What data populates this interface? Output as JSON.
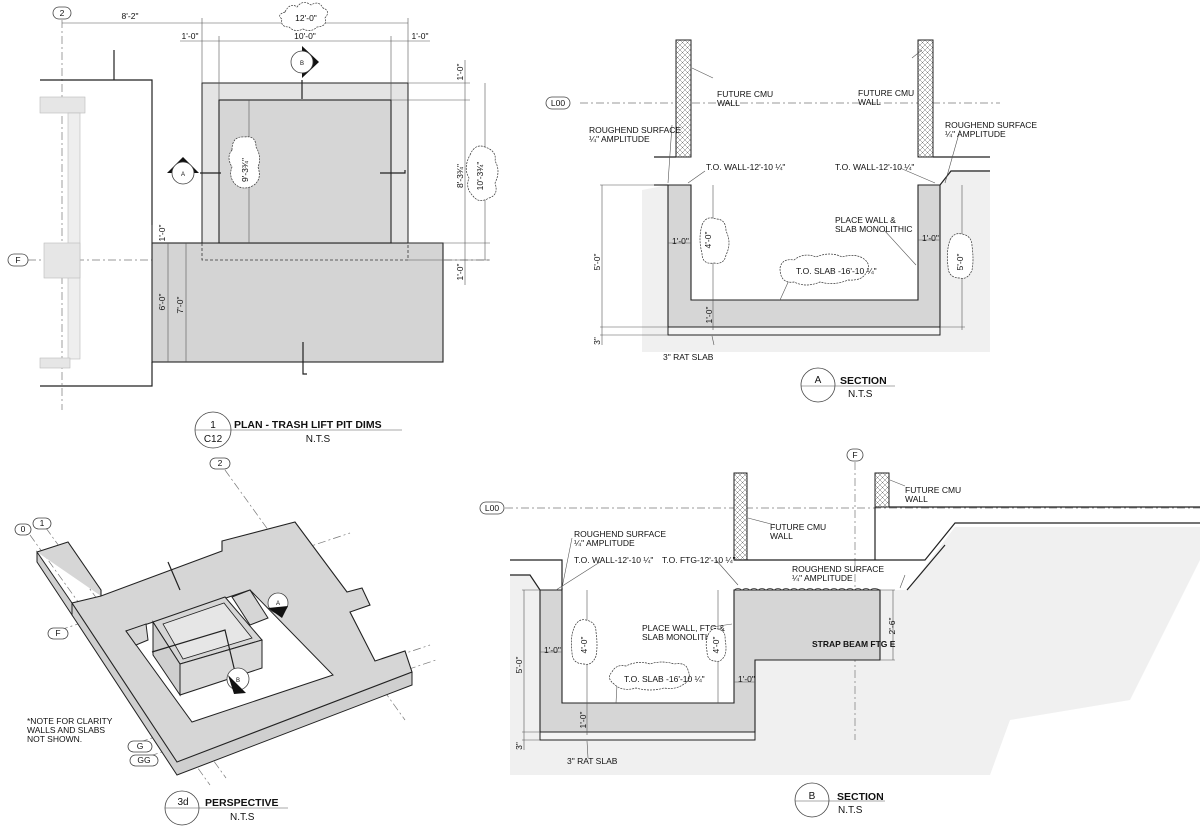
{
  "plan": {
    "title": "PLAN - TRASH LIFT PIT DIMS",
    "scale": "N.T.S",
    "detail_number": "1",
    "sheet": "C12",
    "grid_2": "2",
    "grid_f": "F",
    "dims": {
      "grid_to_pit": "8'-2\"",
      "overall": "12'-0\"",
      "wall_left": "1'-0\"",
      "inside": "10'-0\"",
      "wall_right": "1'-0\"",
      "wall_top": "1'-0\"",
      "inside_depth": "8'-3¾\"",
      "overall_depth": "10'-3¾\"",
      "bottom_offset": "1'-0\"",
      "inner_clouded": "9'-3¾\"",
      "slab_edge": "1'-0\"",
      "slab_6": "6'-0\"",
      "slab_7": "7'-0\""
    },
    "section_marks": [
      "A",
      "B"
    ]
  },
  "section_a": {
    "title": "SECTION",
    "scale": "N.T.S",
    "mark": "A",
    "level": "L00",
    "notes": {
      "cmu_left": [
        "FUTURE CMU",
        "WALL"
      ],
      "cmu_right": [
        "FUTURE CMU",
        "WALL"
      ],
      "rough_left": [
        "ROUGHEND SURFACE",
        "¼\" AMPLITUDE"
      ],
      "rough_right": [
        "ROUGHEND SURFACE",
        "¼\" AMPLITUDE"
      ],
      "tow_left": "T.O. WALL-12'-10 ¼\"",
      "tow_right": "T.O. WALL-12'-10 ¼\"",
      "monolithic": [
        "PLACE WALL &",
        "SLAB MONOLITHIC"
      ],
      "tos": "T.O. SLAB -16'-10 ¼\"",
      "rat_slab": "3\" RAT SLAB"
    },
    "dims": {
      "wall_left": "1'-0\"",
      "wall_right": "1'-0\"",
      "inner_height": "4'-0\"",
      "height_left": "5'-0\"",
      "height_right": "5'-0\"",
      "slab": "1'-0\"",
      "rat": "3\""
    }
  },
  "section_b": {
    "title": "SECTION",
    "scale": "N.T.S",
    "mark": "B",
    "level": "L00",
    "grid_f": "F",
    "notes": {
      "cmu_mid": [
        "FUTURE CMU",
        "WALL"
      ],
      "cmu_right": [
        "FUTURE CMU",
        "WALL"
      ],
      "rough_left": [
        "ROUGHEND SURFACE",
        "¼\" AMPLITUDE"
      ],
      "rough_right": [
        "ROUGHEND SURFACE",
        "¼\" AMPLITUDE"
      ],
      "tow": "T.O. WALL-12'-10 ¼\"",
      "toftg": "T.O. FTG-12'-10 ¼\"",
      "monolithic": [
        "PLACE WALL, FTG &",
        "SLAB MONOLITHIC"
      ],
      "strap": "STRAP BEAM FTG E",
      "tos": "T.O. SLAB -16'-10 ¼\"",
      "rat_slab": "3\" RAT SLAB"
    },
    "dims": {
      "wall_left": "1'-0\"",
      "inner_left": "4'-0\"",
      "inner_right": "4'-0\"",
      "strap_depth": "2'-6\"",
      "wall_right": "1'-0\"",
      "height": "5'-0\"",
      "slab": "1'-0\"",
      "rat": "3\""
    }
  },
  "perspective": {
    "title": "PERSPECTIVE",
    "scale": "N.T.S",
    "mark": "3d",
    "grids": [
      "0",
      "1",
      "2",
      "F",
      "G",
      "GG"
    ],
    "note": [
      "*NOTE FOR CLARITY",
      "WALLS AND SLABS",
      "NOT SHOWN."
    ],
    "section_marks": [
      "A",
      "B"
    ]
  }
}
